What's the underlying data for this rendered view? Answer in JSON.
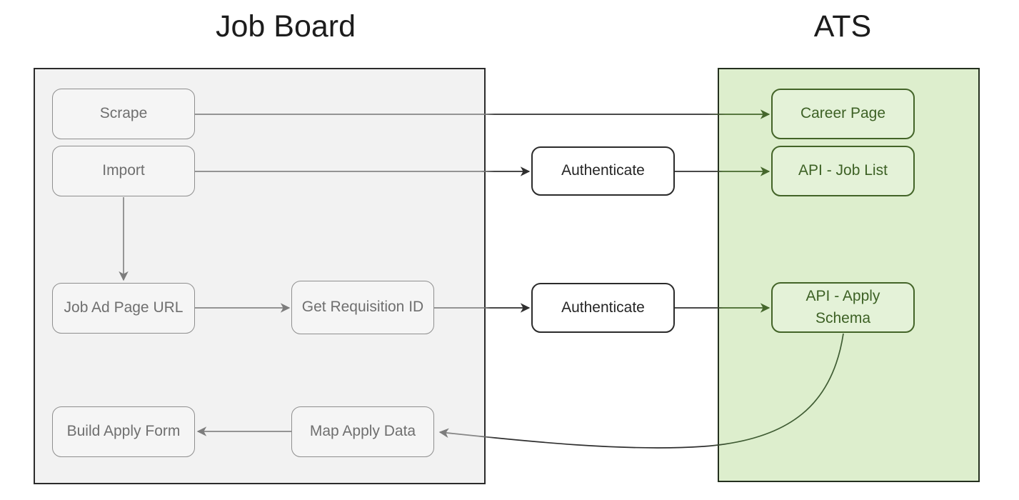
{
  "diagram": {
    "type": "flowchart",
    "titles": {
      "left": "Job Board",
      "right": "ATS"
    },
    "sections": [
      {
        "id": "job-board",
        "title": "Job Board",
        "fill": "#f2f2f2",
        "border": "#2b2b2b"
      },
      {
        "id": "ats",
        "title": "ATS",
        "fill": "#ddeecd",
        "border": "#24301e"
      }
    ],
    "nodes": {
      "scrape": {
        "label": "Scrape",
        "section": "job-board",
        "style": "gray"
      },
      "import": {
        "label": "Import",
        "section": "job-board",
        "style": "gray"
      },
      "job_ad_page_url": {
        "label": "Job Ad Page URL",
        "section": "job-board",
        "style": "gray"
      },
      "get_requisition_id": {
        "label": "Get Requisition ID",
        "section": "job-board",
        "style": "gray"
      },
      "build_apply_form": {
        "label": "Build Apply Form",
        "section": "job-board",
        "style": "gray"
      },
      "map_apply_data": {
        "label": "Map Apply Data",
        "section": "job-board",
        "style": "gray"
      },
      "authenticate_top": {
        "label": "Authenticate",
        "section": "none",
        "style": "white"
      },
      "authenticate_bottom": {
        "label": "Authenticate",
        "section": "none",
        "style": "white"
      },
      "career_page": {
        "label": "Career Page",
        "section": "ats",
        "style": "green"
      },
      "api_job_list": {
        "label": "API - Job List",
        "section": "ats",
        "style": "green"
      },
      "api_apply_schema": {
        "label": "API - Apply Schema",
        "section": "ats",
        "style": "green"
      }
    },
    "edges": [
      {
        "from": "scrape",
        "to": "career_page"
      },
      {
        "from": "import",
        "to": "authenticate_top"
      },
      {
        "from": "authenticate_top",
        "to": "api_job_list"
      },
      {
        "from": "import",
        "to": "job_ad_page_url"
      },
      {
        "from": "job_ad_page_url",
        "to": "get_requisition_id"
      },
      {
        "from": "get_requisition_id",
        "to": "authenticate_bottom"
      },
      {
        "from": "authenticate_bottom",
        "to": "api_apply_schema"
      },
      {
        "from": "api_apply_schema",
        "to": "map_apply_data"
      },
      {
        "from": "map_apply_data",
        "to": "build_apply_form"
      }
    ],
    "colors": {
      "gray_node_fill": "#f5f5f5",
      "gray_node_border": "#8f8f8f",
      "gray_node_text": "#6f6f6f",
      "white_node_fill": "#ffffff",
      "white_node_border": "#2b2b2b",
      "green_node_fill": "#e4f2d8",
      "green_node_border": "#436428",
      "green_node_text": "#3d6125",
      "edge_gray": "#868686",
      "edge_dark": "#2f2f2f",
      "edge_green": "#45672c",
      "title_text": "#1c1c1c"
    }
  }
}
